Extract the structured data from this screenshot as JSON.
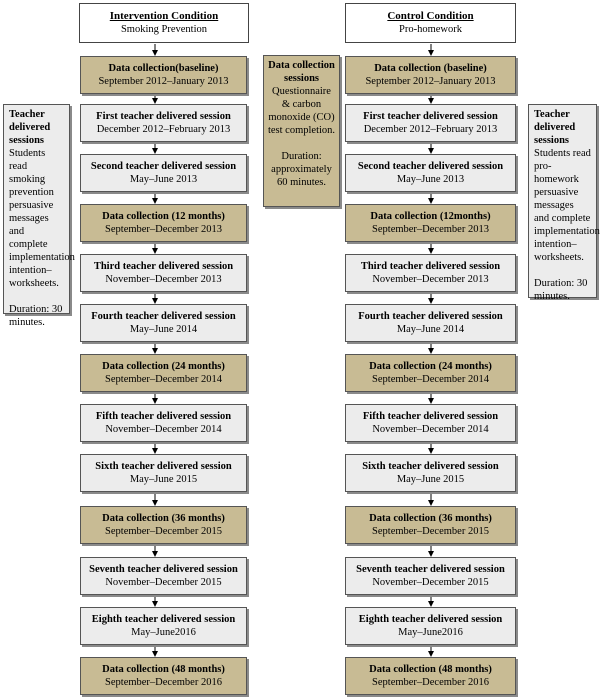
{
  "intervention": {
    "header": {
      "title": "Intervention Condition",
      "subtitle": "Smoking Prevention"
    },
    "steps": [
      {
        "title": "Data collection(baseline)",
        "subtitle": "September 2012–January 2013",
        "kind": "data"
      },
      {
        "title": "First teacher delivered session",
        "subtitle": "December 2012–February 2013",
        "kind": "session"
      },
      {
        "title": "Second teacher delivered session",
        "subtitle": "May–June 2013",
        "kind": "session"
      },
      {
        "title": "Data collection (12 months)",
        "subtitle": "September–December 2013",
        "kind": "data"
      },
      {
        "title": "Third teacher delivered session",
        "subtitle": "November–December 2013",
        "kind": "session"
      },
      {
        "title": "Fourth teacher delivered session",
        "subtitle": "May–June 2014",
        "kind": "session"
      },
      {
        "title": "Data collection (24 months)",
        "subtitle": "September–December 2014",
        "kind": "data"
      },
      {
        "title": "Fifth teacher delivered session",
        "subtitle": "November–December 2014",
        "kind": "session"
      },
      {
        "title": "Sixth teacher delivered session",
        "subtitle": "May–June 2015",
        "kind": "session"
      },
      {
        "title": "Data collection (36 months)",
        "subtitle": "September–December 2015",
        "kind": "data"
      },
      {
        "title": "Seventh teacher delivered session",
        "subtitle": "November–December 2015",
        "kind": "session"
      },
      {
        "title": "Eighth teacher delivered session",
        "subtitle": "May–June2016",
        "kind": "session"
      },
      {
        "title": "Data collection (48 months)",
        "subtitle": "September–December 2016",
        "kind": "data"
      }
    ],
    "note": {
      "title": "Teacher delivered sessions",
      "body": "Students read smoking prevention persuasive messages and complete implementation intention– worksheets.",
      "duration": "Duration: 30 minutes."
    }
  },
  "control": {
    "header": {
      "title": "Control Condition",
      "subtitle": "Pro-homework"
    },
    "steps": [
      {
        "title": "Data collection (baseline)",
        "subtitle": "September 2012–January 2013",
        "kind": "data"
      },
      {
        "title": "First teacher delivered session",
        "subtitle": "December 2012–February 2013",
        "kind": "session"
      },
      {
        "title": "Second teacher delivered session",
        "subtitle": "May–June 2013",
        "kind": "session"
      },
      {
        "title": "Data collection (12months)",
        "subtitle": "September–December 2013",
        "kind": "data"
      },
      {
        "title": "Third teacher delivered session",
        "subtitle": "November–December 2013",
        "kind": "session"
      },
      {
        "title": "Fourth teacher delivered session",
        "subtitle": "May–June 2014",
        "kind": "session"
      },
      {
        "title": "Data collection (24 months)",
        "subtitle": "September–December 2014",
        "kind": "data"
      },
      {
        "title": "Fifth teacher delivered session",
        "subtitle": "November–December 2014",
        "kind": "session"
      },
      {
        "title": "Sixth teacher delivered session",
        "subtitle": "May–June 2015",
        "kind": "session"
      },
      {
        "title": "Data collection (36 months)",
        "subtitle": "September–December 2015",
        "kind": "data"
      },
      {
        "title": "Seventh teacher delivered session",
        "subtitle": "November–December 2015",
        "kind": "session"
      },
      {
        "title": "Eighth teacher delivered session",
        "subtitle": "May–June2016",
        "kind": "session"
      },
      {
        "title": "Data collection (48 months)",
        "subtitle": "September–December 2016",
        "kind": "data"
      }
    ],
    "note": {
      "title": "Teacher delivered sessions",
      "body": "Students read pro-homework persuasive messages and complete implementation intention– worksheets.",
      "duration": "Duration: 30 minutes."
    }
  },
  "data_collection_note": {
    "title": "Data collection sessions",
    "body": "Questionnaire & carbon monoxide (CO) test completion.",
    "duration": "Duration: approximately 60 minutes."
  },
  "colors": {
    "data": "#c8bb94",
    "session": "#ececec",
    "header": "#ffffff"
  }
}
